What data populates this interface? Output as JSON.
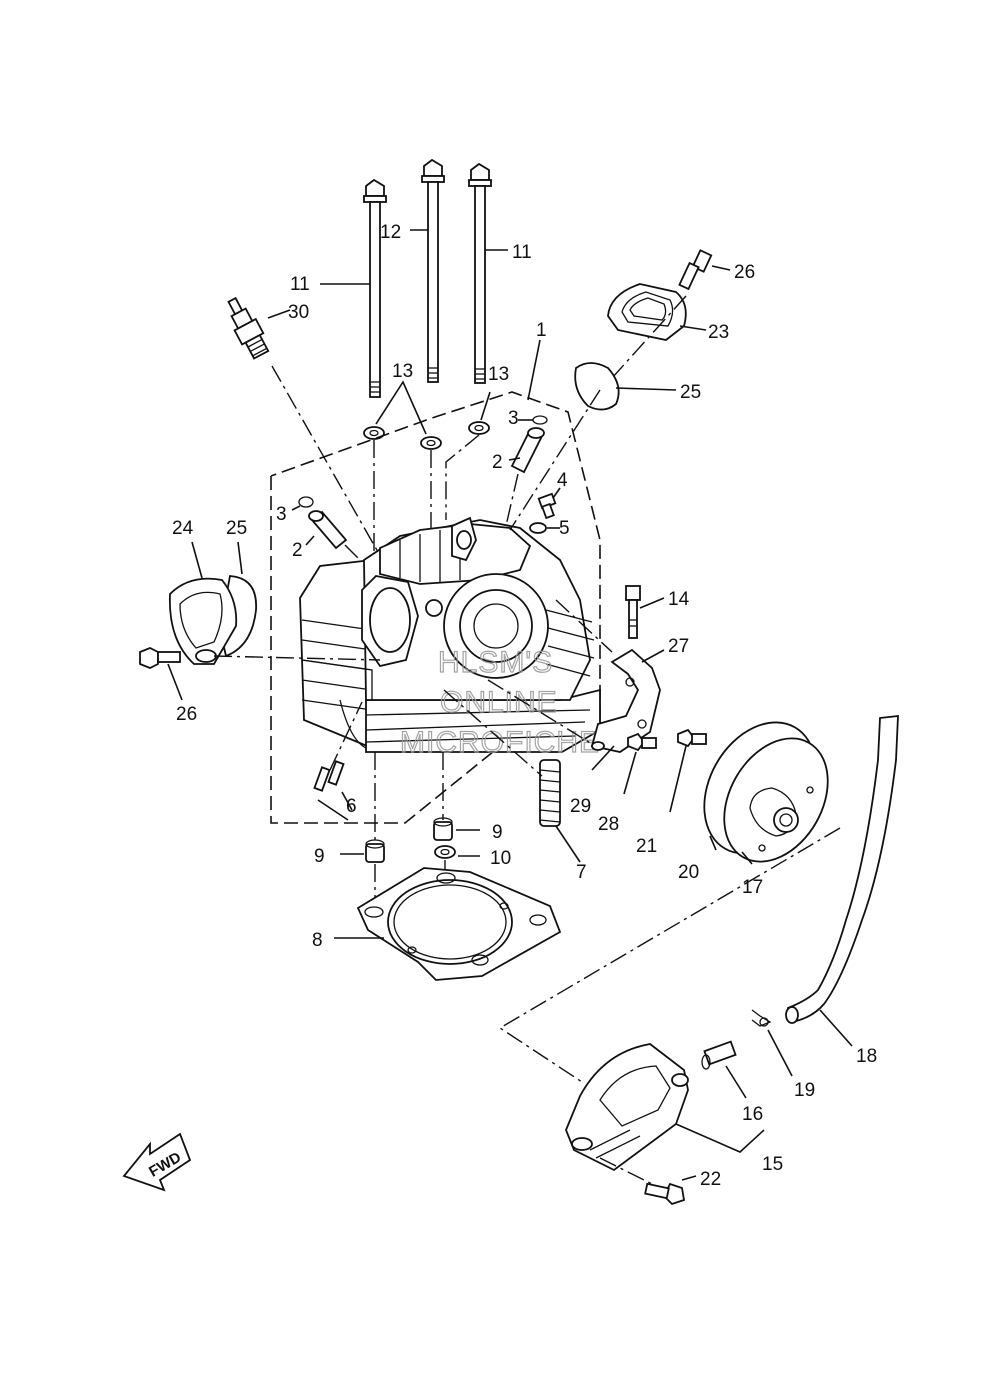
{
  "diagram": {
    "callouts": [
      {
        "id": "c1",
        "text": "1"
      },
      {
        "id": "c2a",
        "text": "2"
      },
      {
        "id": "c2b",
        "text": "2"
      },
      {
        "id": "c3a",
        "text": "3"
      },
      {
        "id": "c3b",
        "text": "3"
      },
      {
        "id": "c4",
        "text": "4"
      },
      {
        "id": "c5",
        "text": "5"
      },
      {
        "id": "c6",
        "text": "6"
      },
      {
        "id": "c7",
        "text": "7"
      },
      {
        "id": "c8",
        "text": "8"
      },
      {
        "id": "c9a",
        "text": "9"
      },
      {
        "id": "c9b",
        "text": "9"
      },
      {
        "id": "c10",
        "text": "10"
      },
      {
        "id": "c11a",
        "text": "11"
      },
      {
        "id": "c11b",
        "text": "11"
      },
      {
        "id": "c12",
        "text": "12"
      },
      {
        "id": "c13a",
        "text": "13"
      },
      {
        "id": "c13b",
        "text": "13"
      },
      {
        "id": "c14",
        "text": "14"
      },
      {
        "id": "c15",
        "text": "15"
      },
      {
        "id": "c16",
        "text": "16"
      },
      {
        "id": "c17",
        "text": "17"
      },
      {
        "id": "c18",
        "text": "18"
      },
      {
        "id": "c19",
        "text": "19"
      },
      {
        "id": "c20",
        "text": "20"
      },
      {
        "id": "c21",
        "text": "21"
      },
      {
        "id": "c22",
        "text": "22"
      },
      {
        "id": "c23",
        "text": "23"
      },
      {
        "id": "c24",
        "text": "24"
      },
      {
        "id": "c25a",
        "text": "25"
      },
      {
        "id": "c25b",
        "text": "25"
      },
      {
        "id": "c26a",
        "text": "26"
      },
      {
        "id": "c26b",
        "text": "26"
      },
      {
        "id": "c27",
        "text": "27"
      },
      {
        "id": "c28",
        "text": "28"
      },
      {
        "id": "c29",
        "text": "29"
      },
      {
        "id": "c30",
        "text": "30"
      }
    ],
    "watermark": [
      "HLSM'S",
      "ONLINE",
      "MICROFICHE"
    ],
    "fwd_label": "FWD"
  }
}
